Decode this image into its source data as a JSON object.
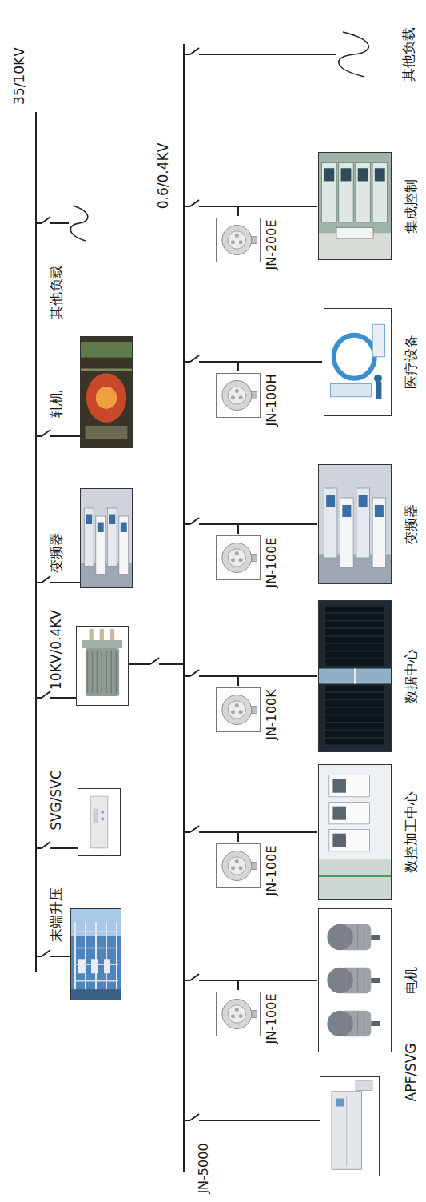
{
  "diagram": {
    "nodes": [
      {
        "text": [
          "末端升压"
        ]
      },
      {
        "text": [
          "SVG/SVC"
        ]
      },
      {
        "text": [
          "10KV/0.4KV"
        ]
      },
      {
        "text": [
          "变频器"
        ]
      },
      {
        "text": [
          "轧机"
        ]
      },
      {
        "text": [
          "其他负载"
        ]
      },
      {
        "text": [
          "APF/SVG"
        ]
      },
      {
        "text": [
          "JN-100E"
        ]
      },
      {
        "text": [
          "电机"
        ]
      },
      {
        "text": [
          "JN-100E"
        ]
      },
      {
        "text": [
          "数控加工中心"
        ]
      },
      {
        "text": [
          "JN-100K"
        ]
      },
      {
        "text": [
          "数据中心"
        ]
      },
      {
        "text": [
          "JN-100E"
        ]
      },
      {
        "text": [
          "变频器"
        ]
      },
      {
        "text": [
          "JN-100H"
        ]
      },
      {
        "text": [
          "医疗设备"
        ]
      },
      {
        "text": [
          "JN-200E"
        ]
      },
      {
        "text": [
          "集成控制"
        ]
      },
      {
        "text": [
          "其他负载"
        ]
      }
    ],
    "edges": [
      {
        "from": 7,
        "to": 8,
        "arrow": "none"
      },
      {
        "from": 9,
        "to": 10,
        "arrow": "none"
      },
      {
        "from": 11,
        "to": 12,
        "arrow": "none"
      },
      {
        "from": 13,
        "to": 14,
        "arrow": "none"
      },
      {
        "from": 15,
        "to": 16,
        "arrow": "none"
      },
      {
        "from": 17,
        "to": 18,
        "arrow": "none"
      }
    ],
    "labels": [
      "35/10KV",
      "0.6/0.4KV",
      "JN-5000"
    ]
  }
}
